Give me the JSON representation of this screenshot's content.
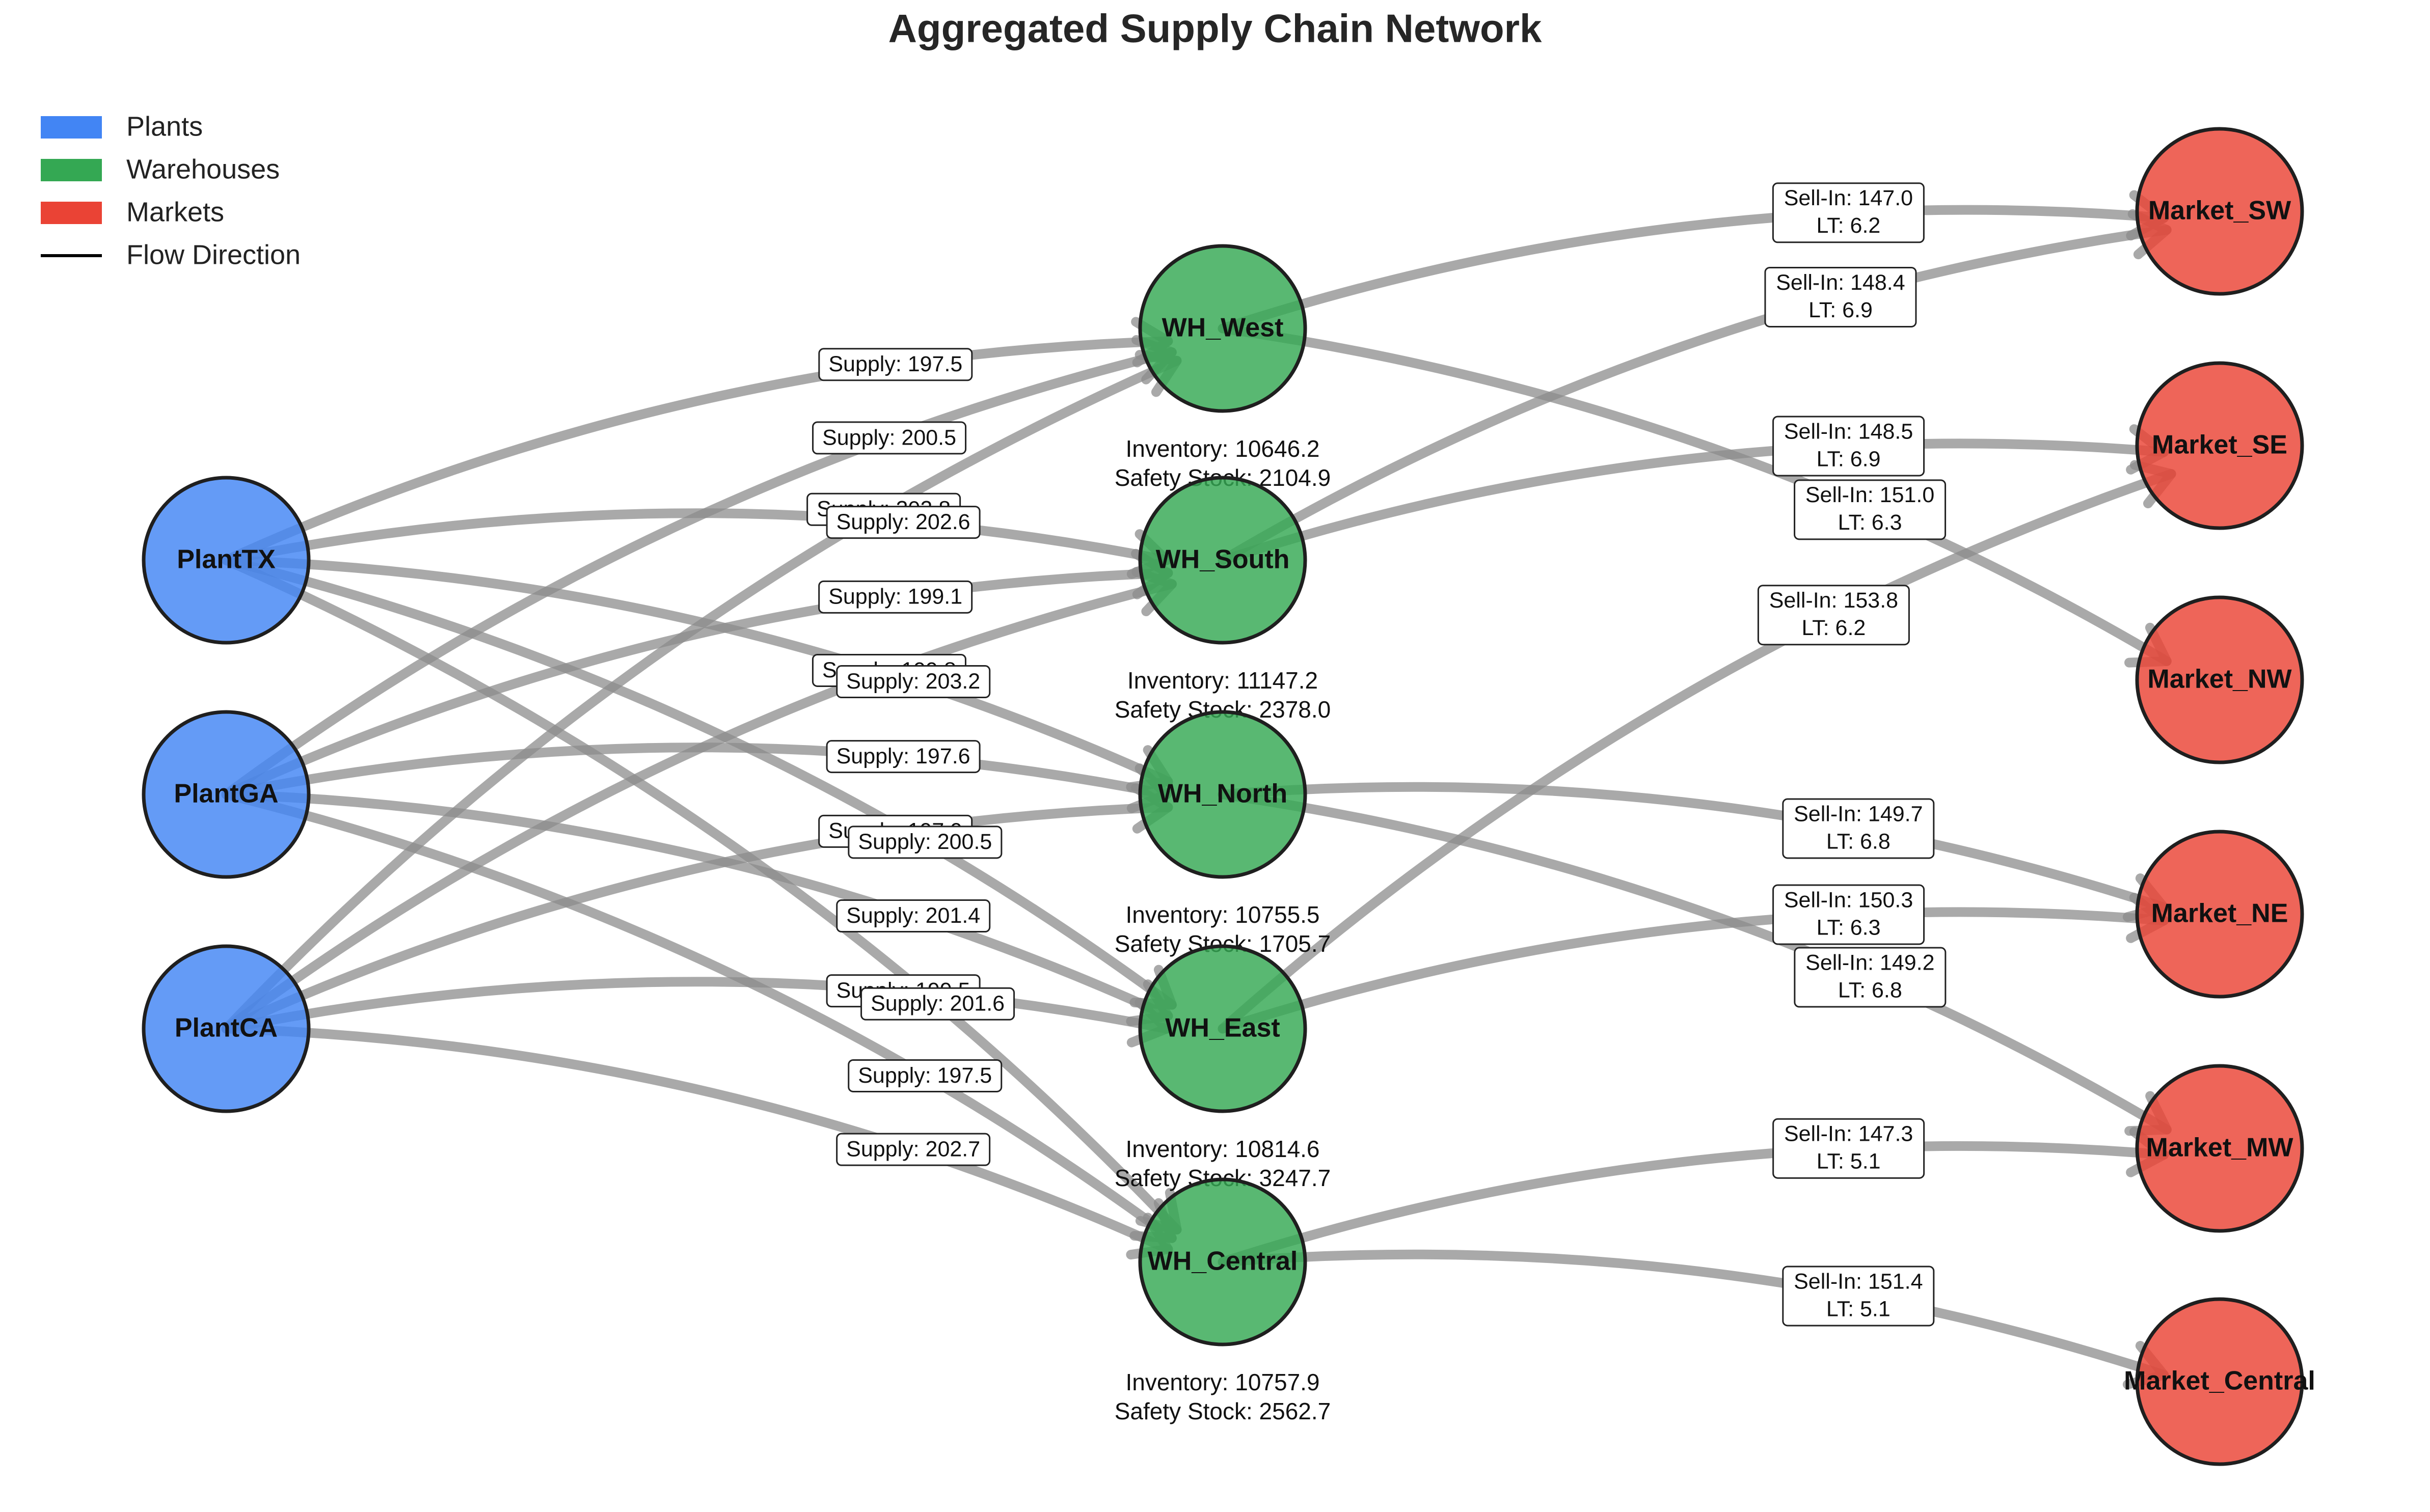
{
  "title": "Aggregated Supply Chain Network",
  "legend": [
    {
      "label": "Plants",
      "kind": "patch",
      "color": "#4285F4"
    },
    {
      "label": "Warehouses",
      "kind": "patch",
      "color": "#34A853"
    },
    {
      "label": "Markets",
      "kind": "patch",
      "color": "#EA4335"
    },
    {
      "label": "Flow Direction",
      "kind": "line",
      "color": "#000000"
    }
  ],
  "colors": {
    "plant": "#4285F4",
    "warehouse": "#34A853",
    "market": "#EA4335",
    "edge": "#8c8c8c"
  },
  "nodes": [
    {
      "id": "PlantTX",
      "type": "plant"
    },
    {
      "id": "PlantGA",
      "type": "plant"
    },
    {
      "id": "PlantCA",
      "type": "plant"
    },
    {
      "id": "WH_West",
      "type": "warehouse",
      "inventory": "Inventory: 10646.2",
      "safety_stock": "Safety Stock: 2104.9"
    },
    {
      "id": "WH_South",
      "type": "warehouse",
      "inventory": "Inventory: 11147.2",
      "safety_stock": "Safety Stock: 2378.0"
    },
    {
      "id": "WH_North",
      "type": "warehouse",
      "inventory": "Inventory: 10755.5",
      "safety_stock": "Safety Stock: 1705.7"
    },
    {
      "id": "WH_East",
      "type": "warehouse",
      "inventory": "Inventory: 10814.6",
      "safety_stock": "Safety Stock: 3247.7"
    },
    {
      "id": "WH_Central",
      "type": "warehouse",
      "inventory": "Inventory: 10757.9",
      "safety_stock": "Safety Stock: 2562.7"
    },
    {
      "id": "Market_SW",
      "type": "market"
    },
    {
      "id": "Market_SE",
      "type": "market"
    },
    {
      "id": "Market_NW",
      "type": "market"
    },
    {
      "id": "Market_NE",
      "type": "market"
    },
    {
      "id": "Market_MW",
      "type": "market"
    },
    {
      "id": "Market_Central",
      "type": "market"
    }
  ],
  "supply_edges": [
    {
      "from": "PlantGA",
      "to": "WH_West",
      "label": "Supply: 200.5"
    },
    {
      "from": "PlantTX",
      "to": "WH_West",
      "label": "Supply: 197.5"
    },
    {
      "from": "PlantCA",
      "to": "WH_West",
      "label": "Supply: 202.8"
    },
    {
      "from": "PlantGA",
      "to": "WH_South",
      "label": "Supply: 199.1"
    },
    {
      "from": "PlantTX",
      "to": "WH_South",
      "label": "Supply: 202.6"
    },
    {
      "from": "PlantCA",
      "to": "WH_South",
      "label": "Supply: 199.8"
    },
    {
      "from": "PlantGA",
      "to": "WH_North",
      "label": "Supply: 197.6"
    },
    {
      "from": "PlantTX",
      "to": "WH_North",
      "label": "Supply: 203.2"
    },
    {
      "from": "PlantCA",
      "to": "WH_North",
      "label": "Supply: 197.9"
    },
    {
      "from": "PlantGA",
      "to": "WH_East",
      "label": "Supply: 201.4"
    },
    {
      "from": "PlantTX",
      "to": "WH_East",
      "label": "Supply: 200.5"
    },
    {
      "from": "PlantCA",
      "to": "WH_East",
      "label": "Supply: 199.5"
    },
    {
      "from": "PlantGA",
      "to": "WH_Central",
      "label": "Supply: 197.5"
    },
    {
      "from": "PlantTX",
      "to": "WH_Central",
      "label": "Supply: 201.6"
    },
    {
      "from": "PlantCA",
      "to": "WH_Central",
      "label": "Supply: 202.7"
    }
  ],
  "sellin_edges": [
    {
      "from": "WH_West",
      "to": "Market_SW",
      "sell_in": "Sell-In: 147.0",
      "lt": "LT: 6.2"
    },
    {
      "from": "WH_South",
      "to": "Market_SW",
      "sell_in": "Sell-In: 148.4",
      "lt": "LT: 6.9"
    },
    {
      "from": "WH_South",
      "to": "Market_SE",
      "sell_in": "Sell-In: 148.5",
      "lt": "LT: 6.9"
    },
    {
      "from": "WH_East",
      "to": "Market_SE",
      "sell_in": "Sell-In: 153.8",
      "lt": "LT: 6.2"
    },
    {
      "from": "WH_West",
      "to": "Market_NW",
      "sell_in": "Sell-In: 151.0",
      "lt": "LT: 6.3"
    },
    {
      "from": "WH_North",
      "to": "Market_NE",
      "sell_in": "Sell-In: 149.7",
      "lt": "LT: 6.8"
    },
    {
      "from": "WH_East",
      "to": "Market_NE",
      "sell_in": "Sell-In: 150.3",
      "lt": "LT: 6.3"
    },
    {
      "from": "WH_North",
      "to": "Market_MW",
      "sell_in": "Sell-In: 149.2",
      "lt": "LT: 6.8"
    },
    {
      "from": "WH_Central",
      "to": "Market_MW",
      "sell_in": "Sell-In: 147.3",
      "lt": "LT: 5.1"
    },
    {
      "from": "WH_Central",
      "to": "Market_Central",
      "sell_in": "Sell-In: 151.4",
      "lt": "LT: 5.1"
    }
  ]
}
